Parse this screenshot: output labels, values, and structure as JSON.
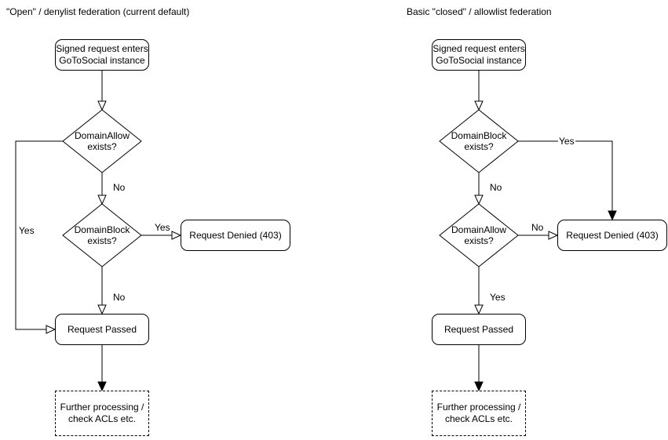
{
  "diagram": {
    "colors": {
      "stroke": "#000000",
      "node_fill": "#ffffff",
      "text": "#000000",
      "background": "#ffffff"
    },
    "charts": [
      {
        "title": "\"Open\" / denylist federation (current default)",
        "nodes": {
          "start": "Signed request enters\nGoToSocial instance",
          "decision1": "DomainAllow\nexists?",
          "decision2": "DomainBlock\nexists?",
          "denied": "Request Denied (403)",
          "passed": "Request Passed",
          "further": "Further processing /\ncheck ACLs etc."
        },
        "edge_labels": {
          "decision1_no": "No",
          "decision1_yes": "Yes",
          "decision2_yes": "Yes",
          "decision2_no": "No"
        }
      },
      {
        "title": "Basic \"closed\" / allowlist federation",
        "nodes": {
          "start": "Signed request enters\nGoToSocial instance",
          "decision1": "DomainBlock\nexists?",
          "decision2": "DomainAllow\nexists?",
          "denied": "Request Denied (403)",
          "passed": "Request Passed",
          "further": "Further processing /\ncheck ACLs etc."
        },
        "edge_labels": {
          "decision1_yes": "Yes",
          "decision1_no": "No",
          "decision2_no": "No",
          "decision2_yes": "Yes"
        }
      }
    ]
  }
}
